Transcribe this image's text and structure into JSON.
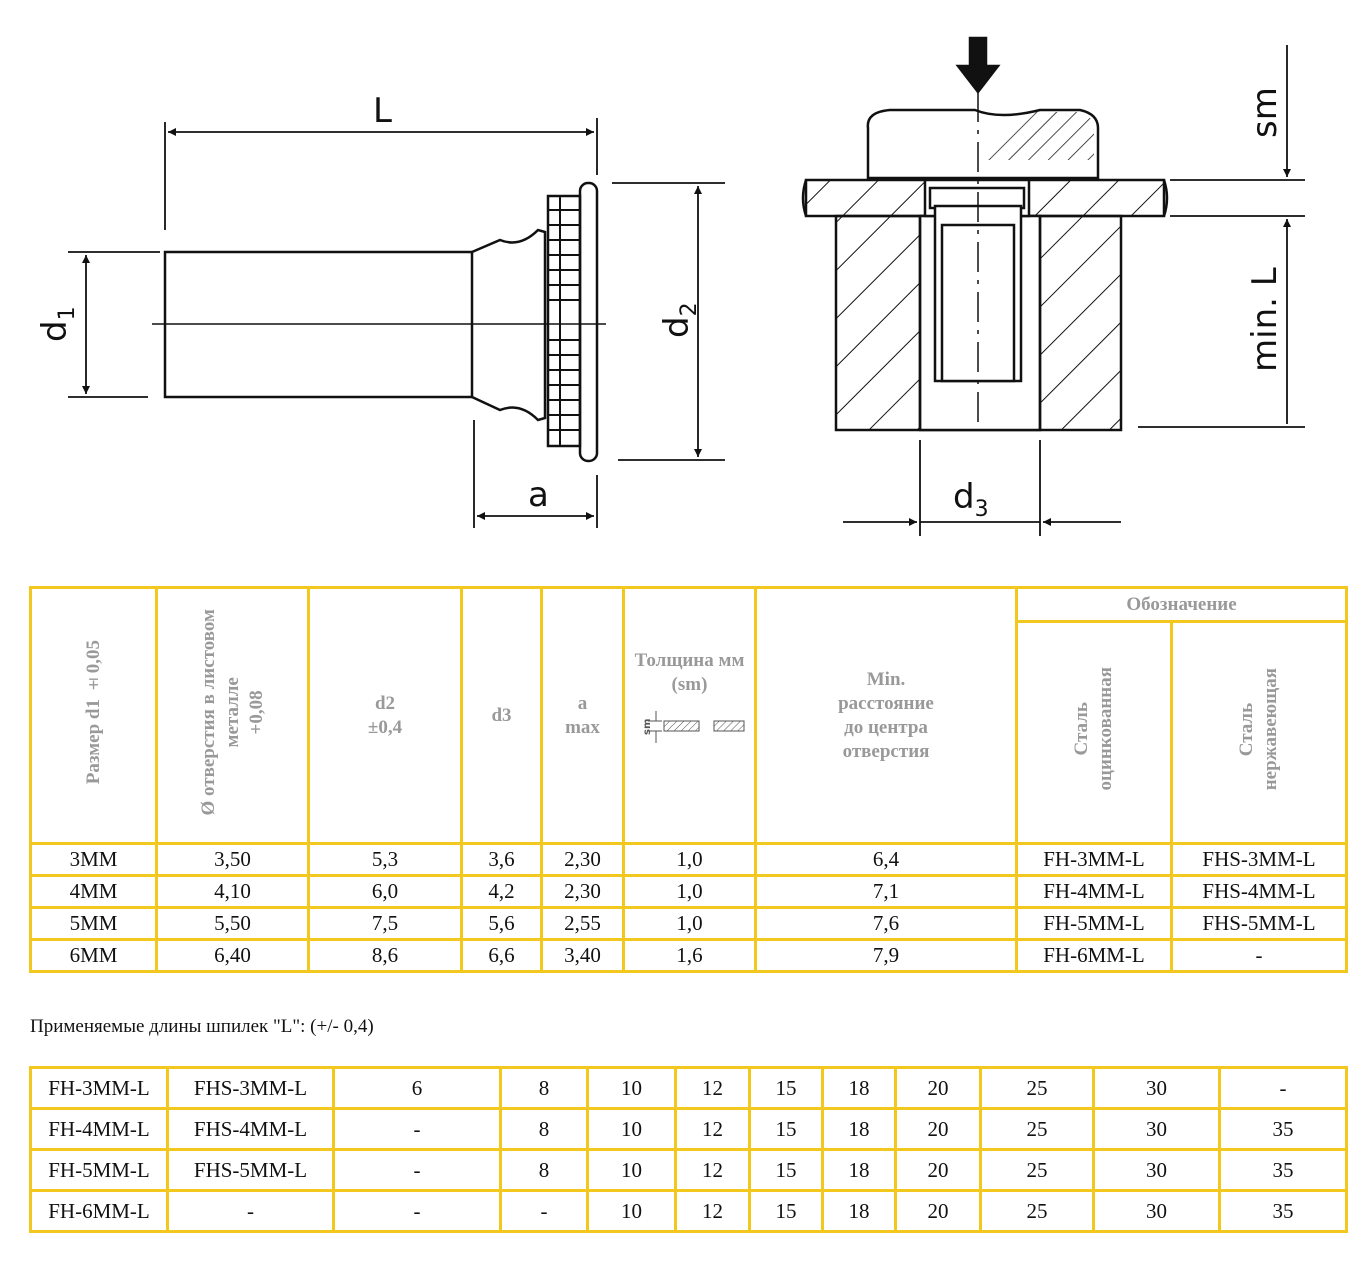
{
  "drawing": {
    "labels": {
      "L": "L",
      "d1_base": "d",
      "d1_sub": "1",
      "d2_base": "d",
      "d2_sub": "2",
      "a": "a",
      "sm": "sm",
      "min_L": "min. L",
      "d3_base": "d",
      "d3_sub": "3"
    }
  },
  "spec_table": {
    "headers": {
      "size": "Размер d1 ±0,05",
      "hole_l1": "Ø отверстия в листовом",
      "hole_l2": "металле",
      "hole_l3": "+0,08",
      "d2_l1": "d2",
      "d2_l2": "±0,4",
      "d3": "d3",
      "a_l1": "a",
      "a_l2": "max",
      "thick_l1": "Толщина мм",
      "thick_l2": "(sm)",
      "thick_icon": "sm",
      "min_l1": "Min.",
      "min_l2": "расстояние",
      "min_l3": "до центра",
      "min_l4": "отверстия",
      "designation": "Обозначение",
      "zinc_l1": "Сталь",
      "zinc_l2": "оцинкованная",
      "stainless_l1": "Сталь",
      "stainless_l2": "нержавеющая"
    },
    "rows": [
      [
        "3MM",
        "3,50",
        "5,3",
        "3,6",
        "2,30",
        "1,0",
        "6,4",
        "FH-3MM-L",
        "FHS-3MM-L"
      ],
      [
        "4MM",
        "4,10",
        "6,0",
        "4,2",
        "2,30",
        "1,0",
        "7,1",
        "FH-4MM-L",
        "FHS-4MM-L"
      ],
      [
        "5MM",
        "5,50",
        "7,5",
        "5,6",
        "2,55",
        "1,0",
        "7,6",
        "FH-5MM-L",
        "FHS-5MM-L"
      ],
      [
        "6MM",
        "6,40",
        "8,6",
        "6,6",
        "3,40",
        "1,6",
        "7,9",
        "FH-6MM-L",
        "-"
      ]
    ]
  },
  "note": "Применяемые длины шпилек \"L\": (+/- 0,4)",
  "length_table": {
    "rows": [
      [
        "FH-3MM-L",
        "FHS-3MM-L",
        "6",
        "8",
        "10",
        "12",
        "15",
        "18",
        "20",
        "25",
        "30",
        "-"
      ],
      [
        "FH-4MM-L",
        "FHS-4MM-L",
        "-",
        "8",
        "10",
        "12",
        "15",
        "18",
        "20",
        "25",
        "30",
        "35"
      ],
      [
        "FH-5MM-L",
        "FHS-5MM-L",
        "-",
        "8",
        "10",
        "12",
        "15",
        "18",
        "20",
        "25",
        "30",
        "35"
      ],
      [
        "FH-6MM-L",
        "-",
        "-",
        "-",
        "10",
        "12",
        "15",
        "18",
        "20",
        "25",
        "30",
        "35"
      ]
    ]
  },
  "colors": {
    "table_border": "#f2c81f",
    "header_text": "#999999"
  }
}
